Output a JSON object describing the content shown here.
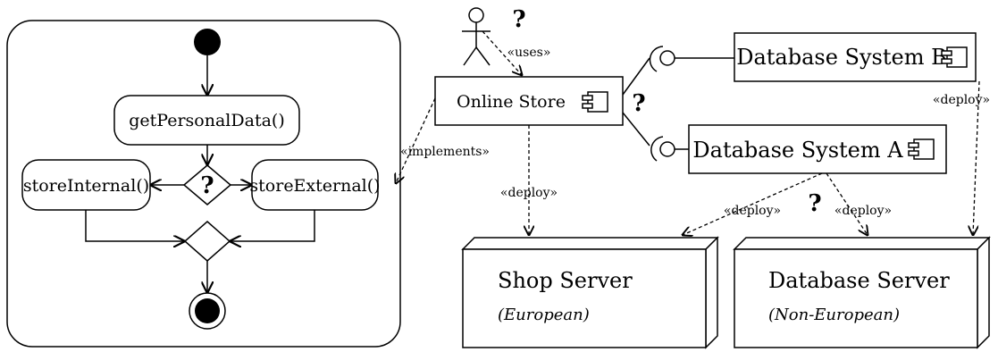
{
  "activity": {
    "actions": {
      "get_personal_data": "getPersonalData()",
      "store_internal": "storeInternal()",
      "store_external": "storeExternal()"
    },
    "decision_label": "?"
  },
  "actor": {
    "question": "?"
  },
  "components": {
    "online_store": "Online Store",
    "db_b": "Database System B",
    "db_a": "Database System A",
    "interface_question": "?"
  },
  "stereotypes": {
    "uses": "«uses»",
    "implements": "«implements»",
    "deploy_shop": "«deploy»",
    "deploy_db_b": "«deploy»",
    "deploy_a_shop": "«deploy»",
    "deploy_a_db": "«deploy»",
    "deploy_question": "?"
  },
  "nodes": {
    "shop_server": {
      "name": "Shop Server",
      "qualifier": "(European)"
    },
    "db_server": {
      "name": "Database Server",
      "qualifier": "(Non-European)"
    }
  }
}
